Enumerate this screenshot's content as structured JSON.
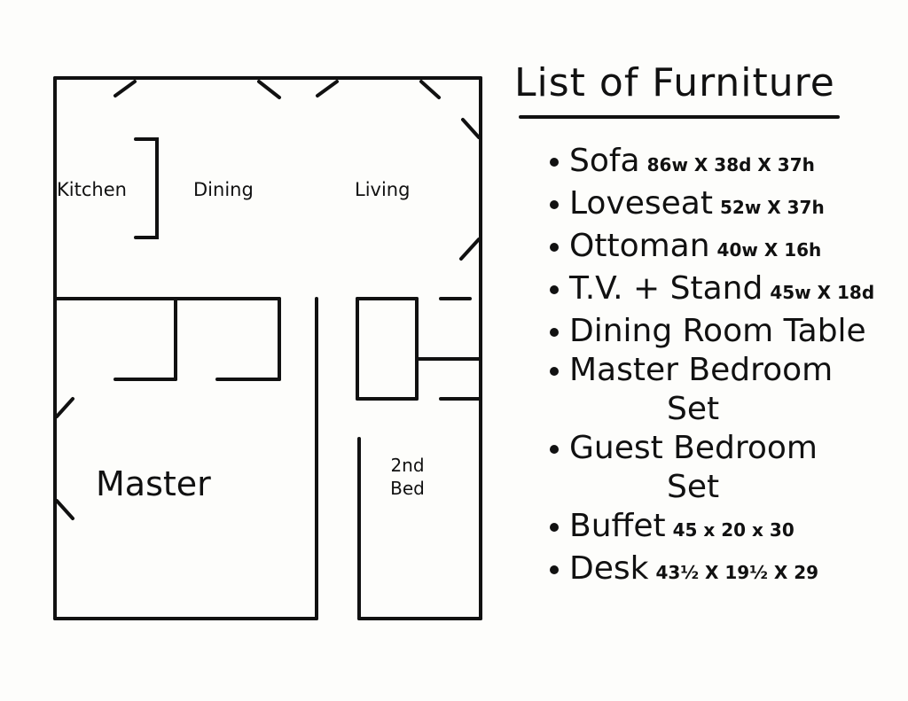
{
  "floor_plan": {
    "rooms": [
      "Kitchen",
      "Dining",
      "Living",
      "Master",
      "2nd Bed"
    ]
  },
  "furniture_list": {
    "title": "List of Furniture",
    "items": [
      {
        "name": "Sofa",
        "dims": "86w X 38d X 37h"
      },
      {
        "name": "Loveseat",
        "dims": "52w X 37h"
      },
      {
        "name": "Ottoman",
        "dims": "40w X 16h"
      },
      {
        "name": "T.V. + Stand",
        "dims": "45w X 18d"
      },
      {
        "name": "Dining Room Table",
        "dims": ""
      },
      {
        "name": "Master Bedroom",
        "cont": "Set",
        "dims": ""
      },
      {
        "name": "Guest Bedroom",
        "cont": "Set",
        "dims": ""
      },
      {
        "name": "Buffet",
        "dims": "45 x 20 x 30"
      },
      {
        "name": "Desk",
        "dims": "43½ X 19½ X 29"
      }
    ]
  }
}
